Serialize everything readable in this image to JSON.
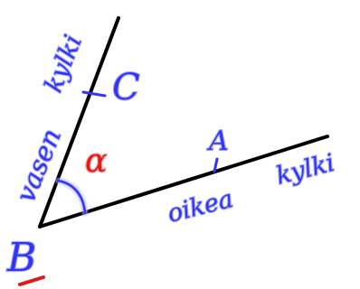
{
  "labels": {
    "vertex": "B",
    "point_on_left_ray": "C",
    "point_on_right_ray": "A",
    "angle_symbol": "α",
    "left_side_word": "vasen",
    "left_ray_word": "kylki",
    "right_side_word": "oikea",
    "right_ray_word": "kylki"
  },
  "colors": {
    "line": "#000000",
    "blue_ink": "#3434f2",
    "blue_glow": "#a9b0ff",
    "red_ink": "#e01a1a",
    "red_glow": "#ff9a9a"
  }
}
